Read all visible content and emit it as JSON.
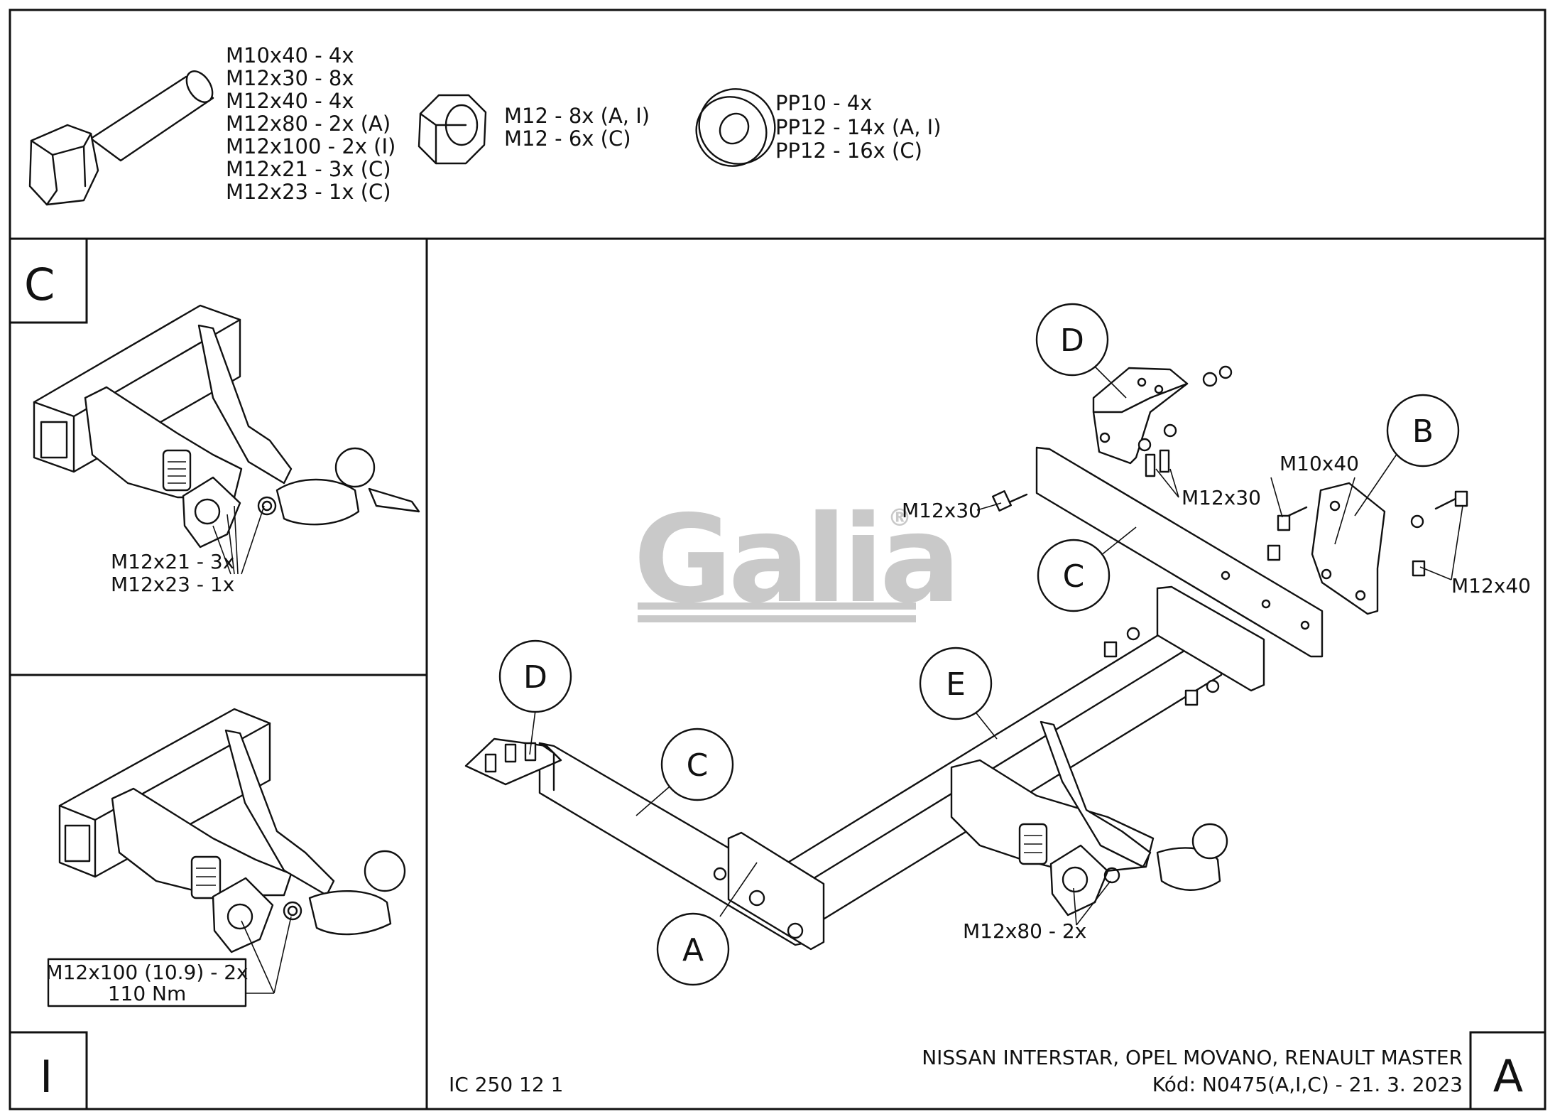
{
  "hardware": {
    "bolts": [
      "M10x40 - 4x",
      "M12x30 - 8x",
      "M12x40 - 4x",
      "M12x80 - 2x (A)",
      "M12x100 - 2x (I)",
      "M12x21 - 3x (C)",
      "M12x23 - 1x (C)"
    ],
    "nuts": [
      "M12 - 8x (A, I)",
      "M12 - 6x (C)"
    ],
    "washers": [
      "PP10 - 4x",
      "PP12 - 14x (A, I)",
      "PP12 - 16x (C)"
    ]
  },
  "panels": {
    "c": {
      "corner": "C",
      "bolts": [
        "M12x21 - 3x",
        "M12x23 - 1x"
      ]
    },
    "i": {
      "corner": "I",
      "torque_box": [
        "M12x100 (10.9) - 2x",
        "110 Nm"
      ]
    },
    "a": {
      "corner": "A"
    }
  },
  "callouts": {
    "d_top": "D",
    "b": "B",
    "c_right": "C",
    "d_left": "D",
    "e": "E",
    "c_left": "C",
    "a": "A",
    "m12x30_left": "M12x30",
    "m12x30_mid": "M12x30",
    "m10x40": "M10x40",
    "m12x40": "M12x40",
    "m12x80": "M12x80 - 2x"
  },
  "logo": {
    "text": "Galia",
    "mark": "®"
  },
  "title_block": {
    "code_left": "IC 250 12 1",
    "vehicles": "NISSAN INTERSTAR, OPEL MOVANO, RENAULT MASTER",
    "kod": "Kód: N0475(A,I,C) - 21. 3. 2023"
  },
  "colors": {
    "line": "#111111",
    "logo": "#c9c9c9",
    "background": "#ffffff"
  }
}
